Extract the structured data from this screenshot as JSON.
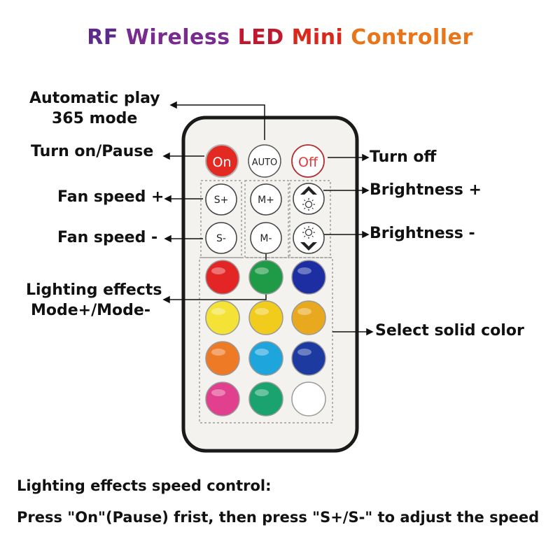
{
  "title": {
    "parts": [
      {
        "text": "RF",
        "color": "#5b2a8a"
      },
      {
        "text": " Wireless ",
        "color": "#7a2b8f"
      },
      {
        "text": "LED ",
        "color": "#c0182f"
      },
      {
        "text": "Mini ",
        "color": "#d8281c"
      },
      {
        "text": "Controller",
        "color": "#e8751a"
      }
    ]
  },
  "labels": {
    "auto_line1": "Automatic play",
    "auto_line2": "365 mode",
    "turn_on": "Turn on/Pause",
    "turn_off": "Turn off",
    "fan_plus": "Fan speed +",
    "fan_minus": "Fan speed -",
    "bright_plus": "Brightness +",
    "bright_minus": "Brightness -",
    "effects_line1": "Lighting effects",
    "effects_line2": "Mode+/Mode-",
    "solid_color": "Select solid color"
  },
  "buttons": {
    "on": "On",
    "auto": "AUTO",
    "off": "Off",
    "speed_plus": "S+",
    "speed_minus": "S-",
    "mode_plus": "M+",
    "mode_minus": "M-"
  },
  "colors": {
    "on_button": "#e22a22",
    "off_text": "#e23a3a",
    "remote_body": "#f3f2ee",
    "remote_border": "#1a1a1a",
    "grid": [
      [
        "#e42525",
        "#1f9a46",
        "#1d2ea3"
      ],
      [
        "#f4e236",
        "#f1cc1c",
        "#e9a91f"
      ],
      [
        "#ef7a25",
        "#1ea6dc",
        "#1c3aa0"
      ],
      [
        "#e0408e",
        "#1aa36f",
        "#ffffff"
      ]
    ]
  },
  "bottom": {
    "heading": "Lighting effects speed control:",
    "instruction": "Press \"On\"(Pause) frist, then press \"S+/S-\" to adjust the speed"
  }
}
